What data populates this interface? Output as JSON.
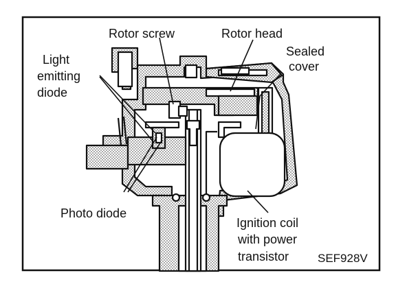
{
  "labels": {
    "rotor_screw": "Rotor screw",
    "rotor_head": "Rotor head",
    "sealed_cover": [
      "Sealed",
      "cover"
    ],
    "led": [
      "Light",
      "emitting",
      "diode"
    ],
    "photo_diode": "Photo diode",
    "ignition_coil": [
      "Ignition coil",
      "with power",
      "transistor"
    ]
  },
  "figure_code": "SEF928V",
  "colors": {
    "ink": "#111111",
    "hatch": "#8a8a8a",
    "paper": "#ffffff"
  }
}
